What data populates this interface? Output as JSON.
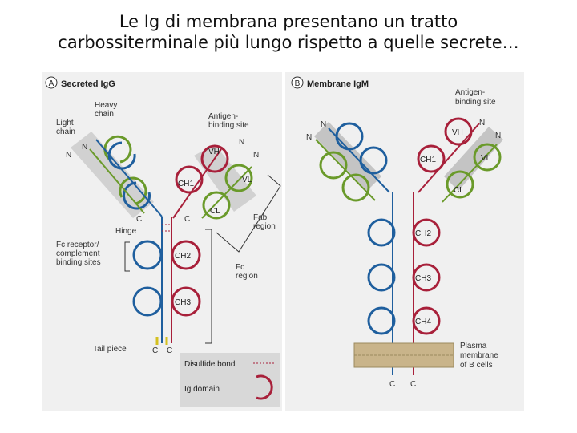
{
  "title": {
    "line1": "Le Ig di membrana presentano un tratto",
    "line2": "carbossiterminale più lungo rispetto a quelle secrete…"
  },
  "panel_a": {
    "letter": "A",
    "heading": "Secreted IgG",
    "labels": {
      "heavy_chain_1": "Heavy",
      "heavy_chain_2": "chain",
      "light_chain_1": "Light",
      "light_chain_2": "chain",
      "antigen_site_1": "Antigen-",
      "antigen_site_2": "binding site",
      "hinge": "Hinge",
      "fab_1": "Fab",
      "fab_2": "region",
      "fc_receptor_1": "Fc receptor/",
      "fc_receptor_2": "complement",
      "fc_receptor_3": "binding sites",
      "fc_1": "Fc",
      "fc_2": "region",
      "tail_piece": "Tail piece",
      "disulfide": "Disulfide bond",
      "ig_domain": "Ig domain",
      "vh": "VH",
      "vl": "VL",
      "ch1": "CH1",
      "cl": "CL",
      "ch2": "CH2",
      "ch3": "CH3",
      "n": "N",
      "c": "C"
    }
  },
  "panel_b": {
    "letter": "B",
    "heading": "Membrane IgM",
    "labels": {
      "antigen_site_1": "Antigen-",
      "antigen_site_2": "binding site",
      "vh": "VH",
      "vl": "VL",
      "ch1": "CH1",
      "cl": "CL",
      "ch2": "CH2",
      "ch3": "CH3",
      "ch4": "CH4",
      "plasma_1": "Plasma",
      "plasma_2": "membrane",
      "plasma_3": "of B cells",
      "n": "N",
      "c": "C"
    }
  },
  "colors": {
    "heavy_blue": "#1f5f9e",
    "heavy_red": "#a8203a",
    "light_green": "#6a9a2a",
    "panel_bg": "#f0f0f0",
    "membrane": "#c9b48a"
  }
}
